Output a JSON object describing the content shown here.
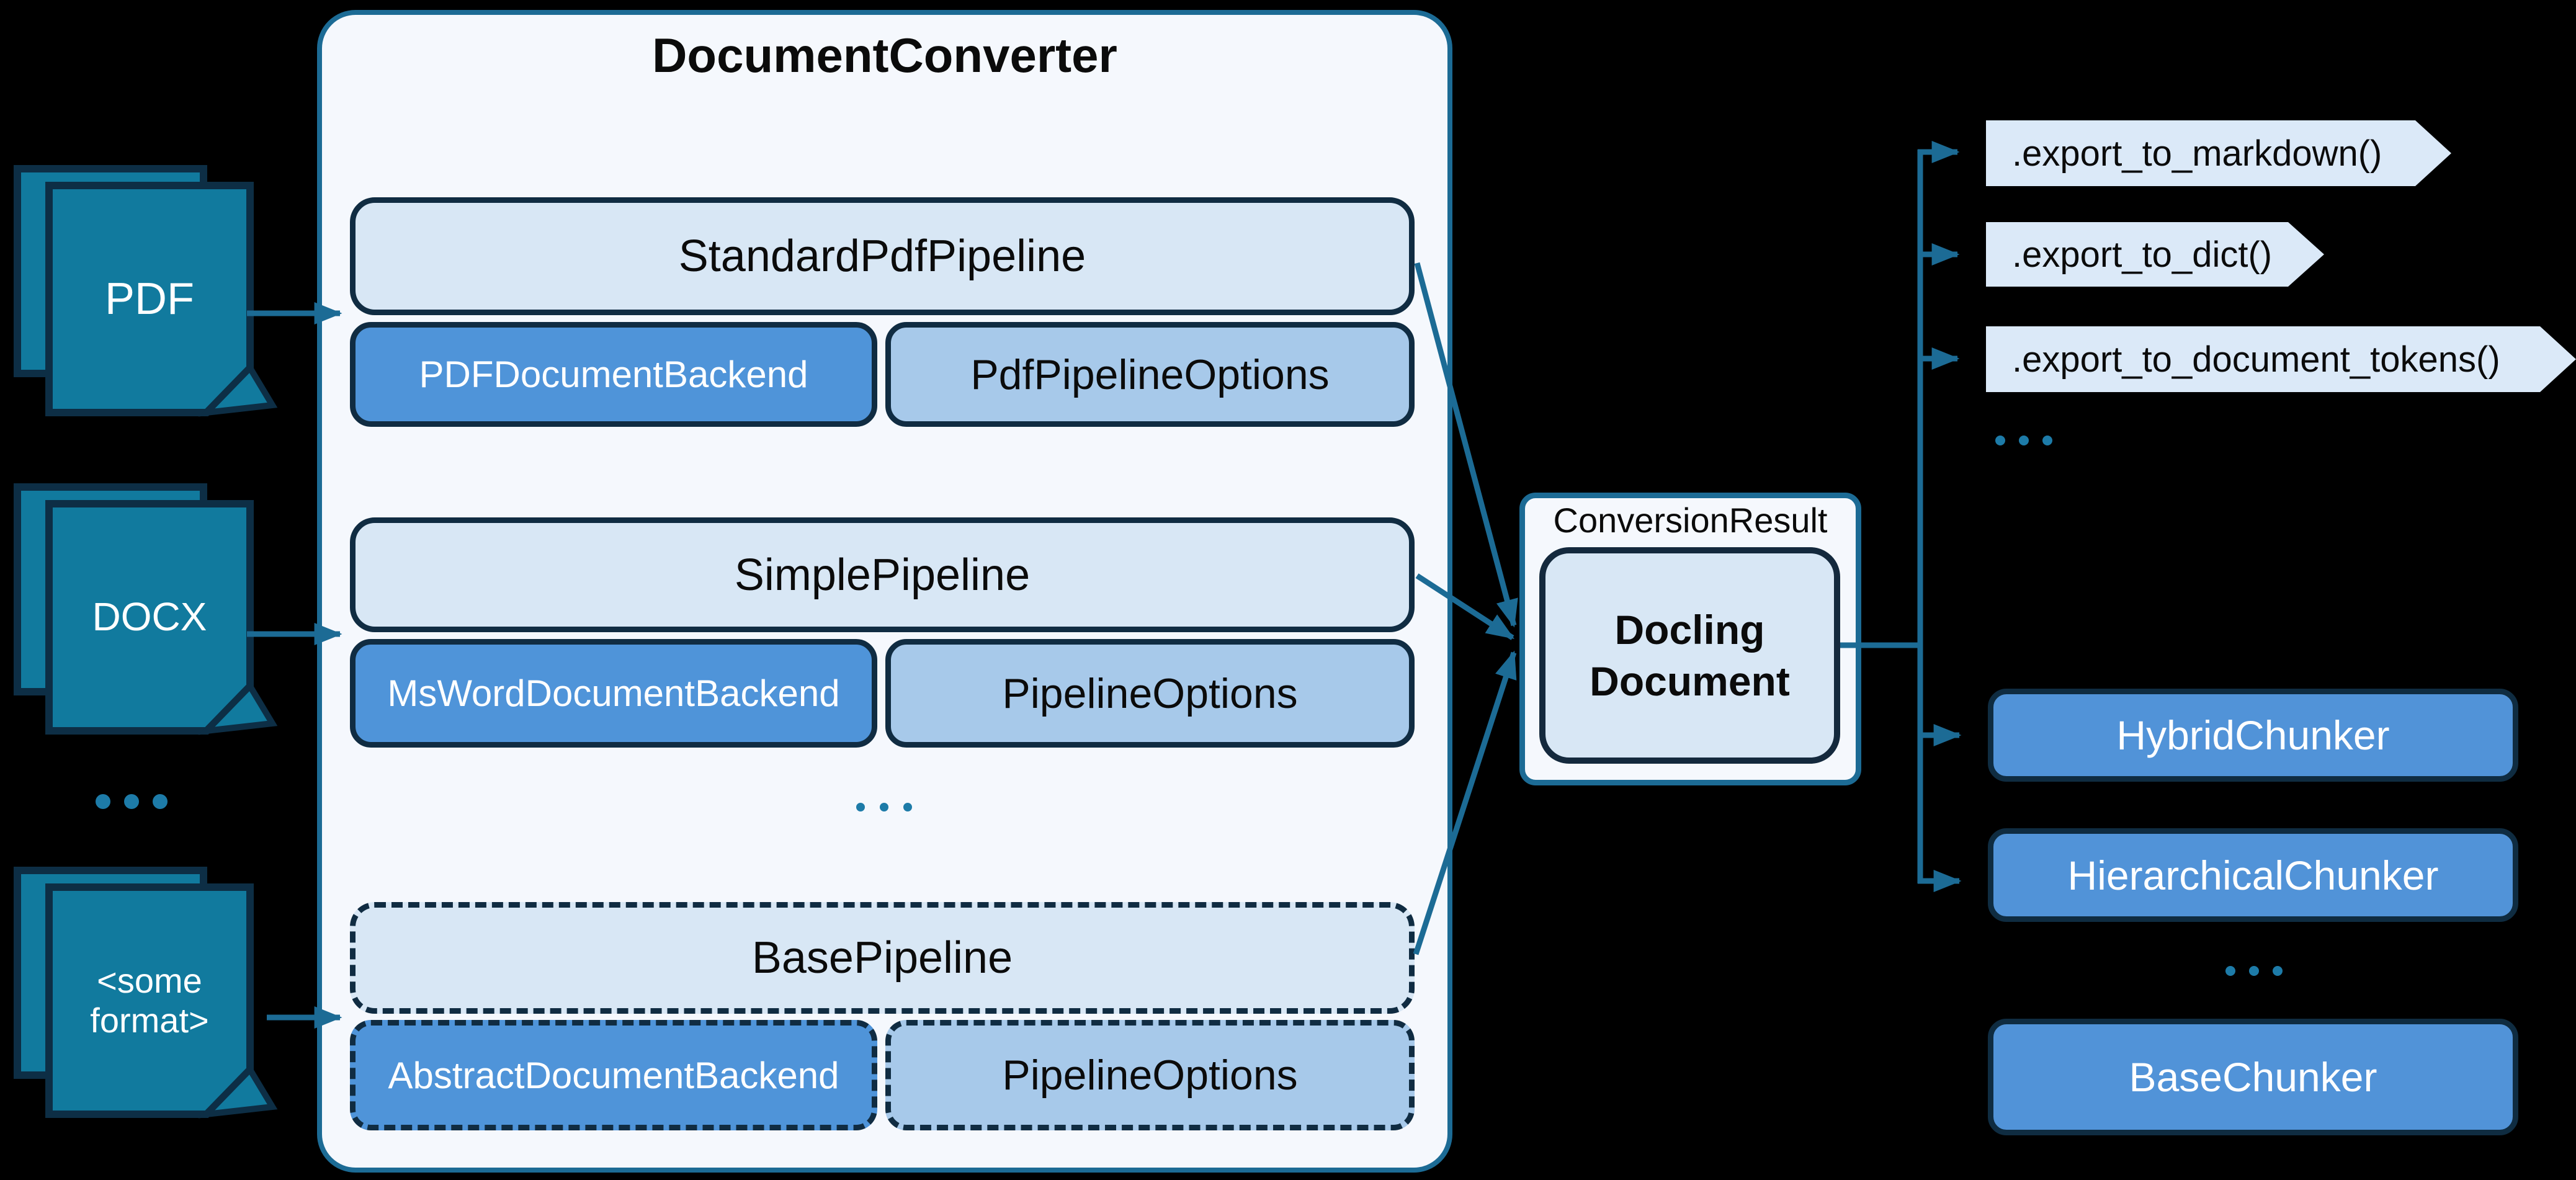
{
  "diagram": {
    "title": "DocumentConverter",
    "sources": [
      {
        "label": "PDF"
      },
      {
        "label": "DOCX"
      },
      {
        "label": "<some\nformat>"
      }
    ],
    "pipelines": [
      {
        "name": "StandardPdfPipeline",
        "backend": "PDFDocumentBackend",
        "options": "PdfPipelineOptions",
        "dashed": false
      },
      {
        "name": "SimplePipeline",
        "backend": "MsWordDocumentBackend",
        "options": "PipelineOptions",
        "dashed": false
      },
      {
        "name": "BasePipeline",
        "backend": "AbstractDocumentBackend",
        "options": "PipelineOptions",
        "dashed": true
      }
    ],
    "result": {
      "label": "ConversionResult",
      "document": "Docling\nDocument"
    },
    "exports": [
      ".export_to_markdown()",
      ".export_to_dict()",
      ".export_to_document_tokens()"
    ],
    "chunkers": [
      {
        "label": "HybridChunker",
        "dashed": false
      },
      {
        "label": "HierarchicalChunker",
        "dashed": false
      },
      {
        "label": "BaseChunker",
        "dashed": true
      }
    ],
    "ellipsis": "...",
    "colors": {
      "background": "#000000",
      "line_teal": "#1c6b95",
      "document_fill": "#117a9e",
      "document_border": "#0d2e45",
      "converter_fill": "#f5f8fd",
      "pipeline_fill": "#d8e7f5",
      "backend_fill": "#4f94d9",
      "options_fill": "#a7c9ea",
      "export_fill": "#dbe9f8",
      "chunker_fill": "#5193d8",
      "dark_border": "#102c42",
      "dots": "#1d7ba8"
    }
  }
}
